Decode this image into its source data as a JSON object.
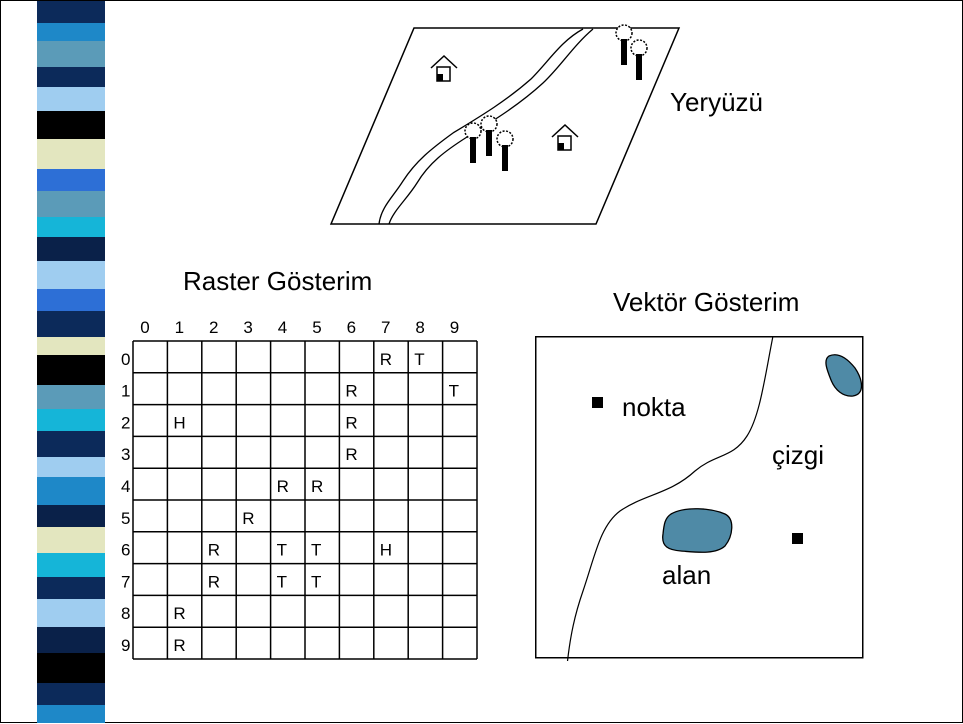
{
  "titles": {
    "earth": "Yeryüzü",
    "raster": "Raster Gösterim",
    "vector": "Vektör Gösterim"
  },
  "vector_labels": {
    "point": "nokta",
    "line": "çizgi",
    "area": "alan"
  },
  "raster": {
    "col_headers": [
      "0",
      "1",
      "2",
      "3",
      "4",
      "5",
      "6",
      "7",
      "8",
      "9"
    ],
    "row_headers": [
      "0",
      "1",
      "2",
      "3",
      "4",
      "5",
      "6",
      "7",
      "8",
      "9"
    ],
    "cells": [
      [
        "",
        "",
        "",
        "",
        "",
        "",
        "",
        "R",
        "T",
        ""
      ],
      [
        "",
        "",
        "",
        "",
        "",
        "",
        "R",
        "",
        "",
        "T"
      ],
      [
        "",
        "H",
        "",
        "",
        "",
        "",
        "R",
        "",
        "",
        ""
      ],
      [
        "",
        "",
        "",
        "",
        "",
        "",
        "R",
        "",
        "",
        ""
      ],
      [
        "",
        "",
        "",
        "",
        "R",
        "R",
        "",
        "",
        "",
        ""
      ],
      [
        "",
        "",
        "",
        "R",
        "",
        "",
        "",
        "",
        "",
        ""
      ],
      [
        "",
        "",
        "R",
        "",
        "T",
        "T",
        "",
        "H",
        "",
        ""
      ],
      [
        "",
        "",
        "R",
        "",
        "T",
        "T",
        "",
        "",
        "",
        ""
      ],
      [
        "",
        "R",
        "",
        "",
        "",
        "",
        "",
        "",
        "",
        ""
      ],
      [
        "",
        "R",
        "",
        "",
        "",
        "",
        "",
        "",
        "",
        ""
      ]
    ]
  },
  "colors": {
    "area_fill": "#4f8aa6",
    "stripe_palette": [
      "#0c2a5a",
      "#1e88c8",
      "#5b9bb8",
      "#9fcdf0",
      "#e3e6bf",
      "#2d6fd6",
      "#000000",
      "#15b5d8",
      "#0a2149"
    ]
  }
}
